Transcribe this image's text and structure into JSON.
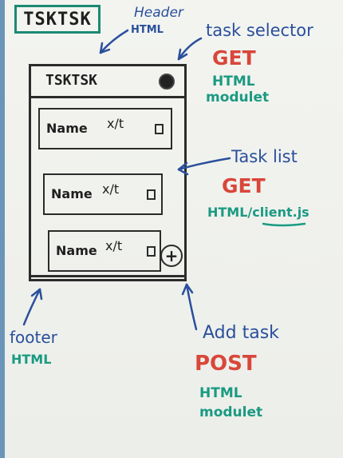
{
  "logo": {
    "text": "TSKTSK"
  },
  "annotations": {
    "header": {
      "title": "Header",
      "tech": "HTML"
    },
    "task_selector": {
      "title": "task selector",
      "method": "GET",
      "tech_line1": "HTML",
      "tech_line2": "modulet"
    },
    "task_list": {
      "title": "Task list",
      "method": "GET",
      "tech": "HTML/client.js"
    },
    "footer": {
      "title": "footer",
      "tech": "HTML"
    },
    "add_task": {
      "title": "Add task",
      "method": "POST",
      "tech_line1": "HTML",
      "tech_line2": "modulet"
    }
  },
  "mockup": {
    "title": "TSKTSK",
    "tasks": [
      {
        "name": "Name",
        "marker": "x/t"
      },
      {
        "name": "Name",
        "marker": "x/t"
      },
      {
        "name": "Name",
        "marker": "x/t"
      }
    ],
    "add_symbol": "+"
  },
  "colors": {
    "ink_black": "#1f1f1f",
    "ink_blue": "#2a4f9c",
    "ink_red": "#d8473a",
    "ink_green": "#1a9a82",
    "board": "#f1f2ee"
  }
}
